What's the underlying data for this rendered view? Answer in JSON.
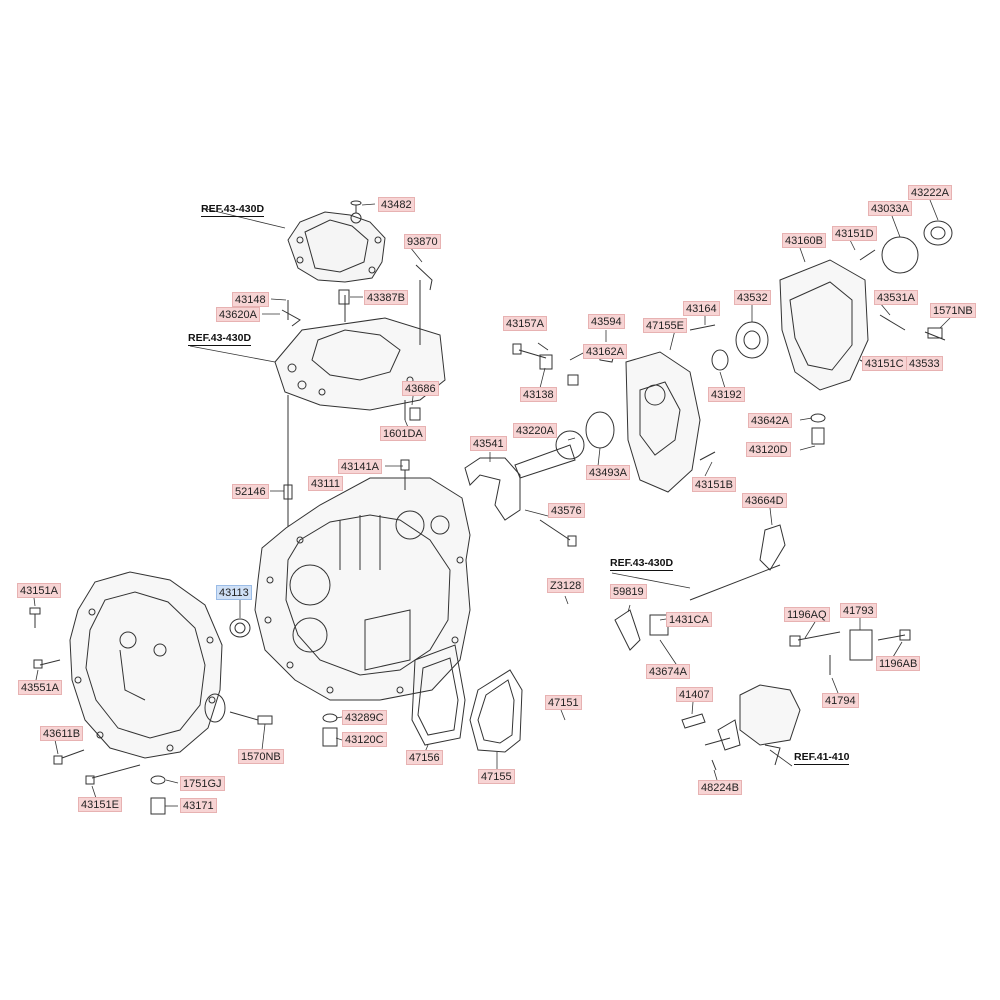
{
  "refs": {
    "r1": "REF.43-430D",
    "r2": "REF.43-430D",
    "r3": "REF.43-430D",
    "r4": "REF.41-410"
  },
  "labels": {
    "p43482": "43482",
    "p93870": "93870",
    "p43148": "43148",
    "p43620A": "43620A",
    "p43387B": "43387B",
    "p43686": "43686",
    "p1601DA": "1601DA",
    "p43141A": "43141A",
    "p43111": "43111",
    "p52146": "52146",
    "p43157A": "43157A",
    "p43594": "43594",
    "p47155E": "47155E",
    "p43164": "43164",
    "p43532": "43532",
    "p43162A": "43162A",
    "p43138": "43138",
    "p43192": "43192",
    "p43541": "43541",
    "p43220A": "43220A",
    "p43493A": "43493A",
    "p43151B": "43151B",
    "p43576": "43576",
    "p43033A": "43033A",
    "p43222A": "43222A",
    "p43160B": "43160B",
    "p43151D": "43151D",
    "p43531A": "43531A",
    "p1571NB": "1571NB",
    "p43151C": "43151C",
    "p43533": "43533",
    "p43642A": "43642A",
    "p43120D": "43120D",
    "p43664D": "43664D",
    "p43151A": "43151A",
    "p43113": "43113",
    "p43551A": "43551A",
    "pZ3128": "Z3128",
    "p59819": "59819",
    "p1431CA": "1431CA",
    "p1196AQ": "1196AQ",
    "p41793": "41793",
    "p1196AB": "1196AB",
    "p43674A": "43674A",
    "p41794": "41794",
    "p41407": "41407",
    "p47151": "47151",
    "p43611B": "43611B",
    "p1570NB": "1570NB",
    "p43289C": "43289C",
    "p43120C": "43120C",
    "p47156": "47156",
    "p47155": "47155",
    "p1751GJ": "1751GJ",
    "p43151E": "43151E",
    "p43171": "43171",
    "p48224B": "48224B"
  },
  "colors": {
    "label_bg": "#f7d4d4",
    "label_border": "#e7b2b2",
    "selected_bg": "#cfe0f6",
    "line": "#333333"
  }
}
